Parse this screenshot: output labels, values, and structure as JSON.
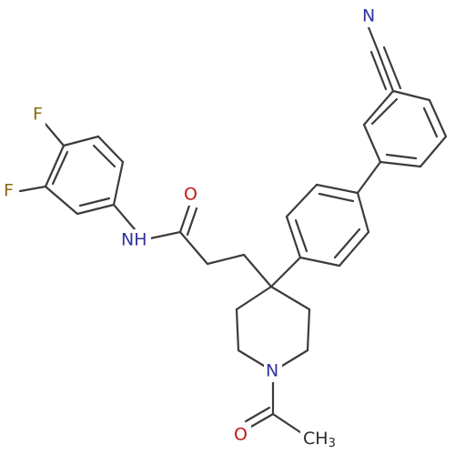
{
  "colors": {
    "bond": "#3c3c3c",
    "nitrogen": "#3232a0",
    "oxygen": "#c01818",
    "fluorine": "#8a6a10",
    "carbon_label": "#2b2b2b"
  },
  "atoms": {
    "nitrile_n": "N",
    "fluorine_1": "F",
    "fluorine_2": "F",
    "amide_nh": "NH",
    "amide_o": "O",
    "piperidine_n": "N",
    "acetyl_o": "O",
    "methyl_c": "CH",
    "methyl_sub": "3"
  }
}
